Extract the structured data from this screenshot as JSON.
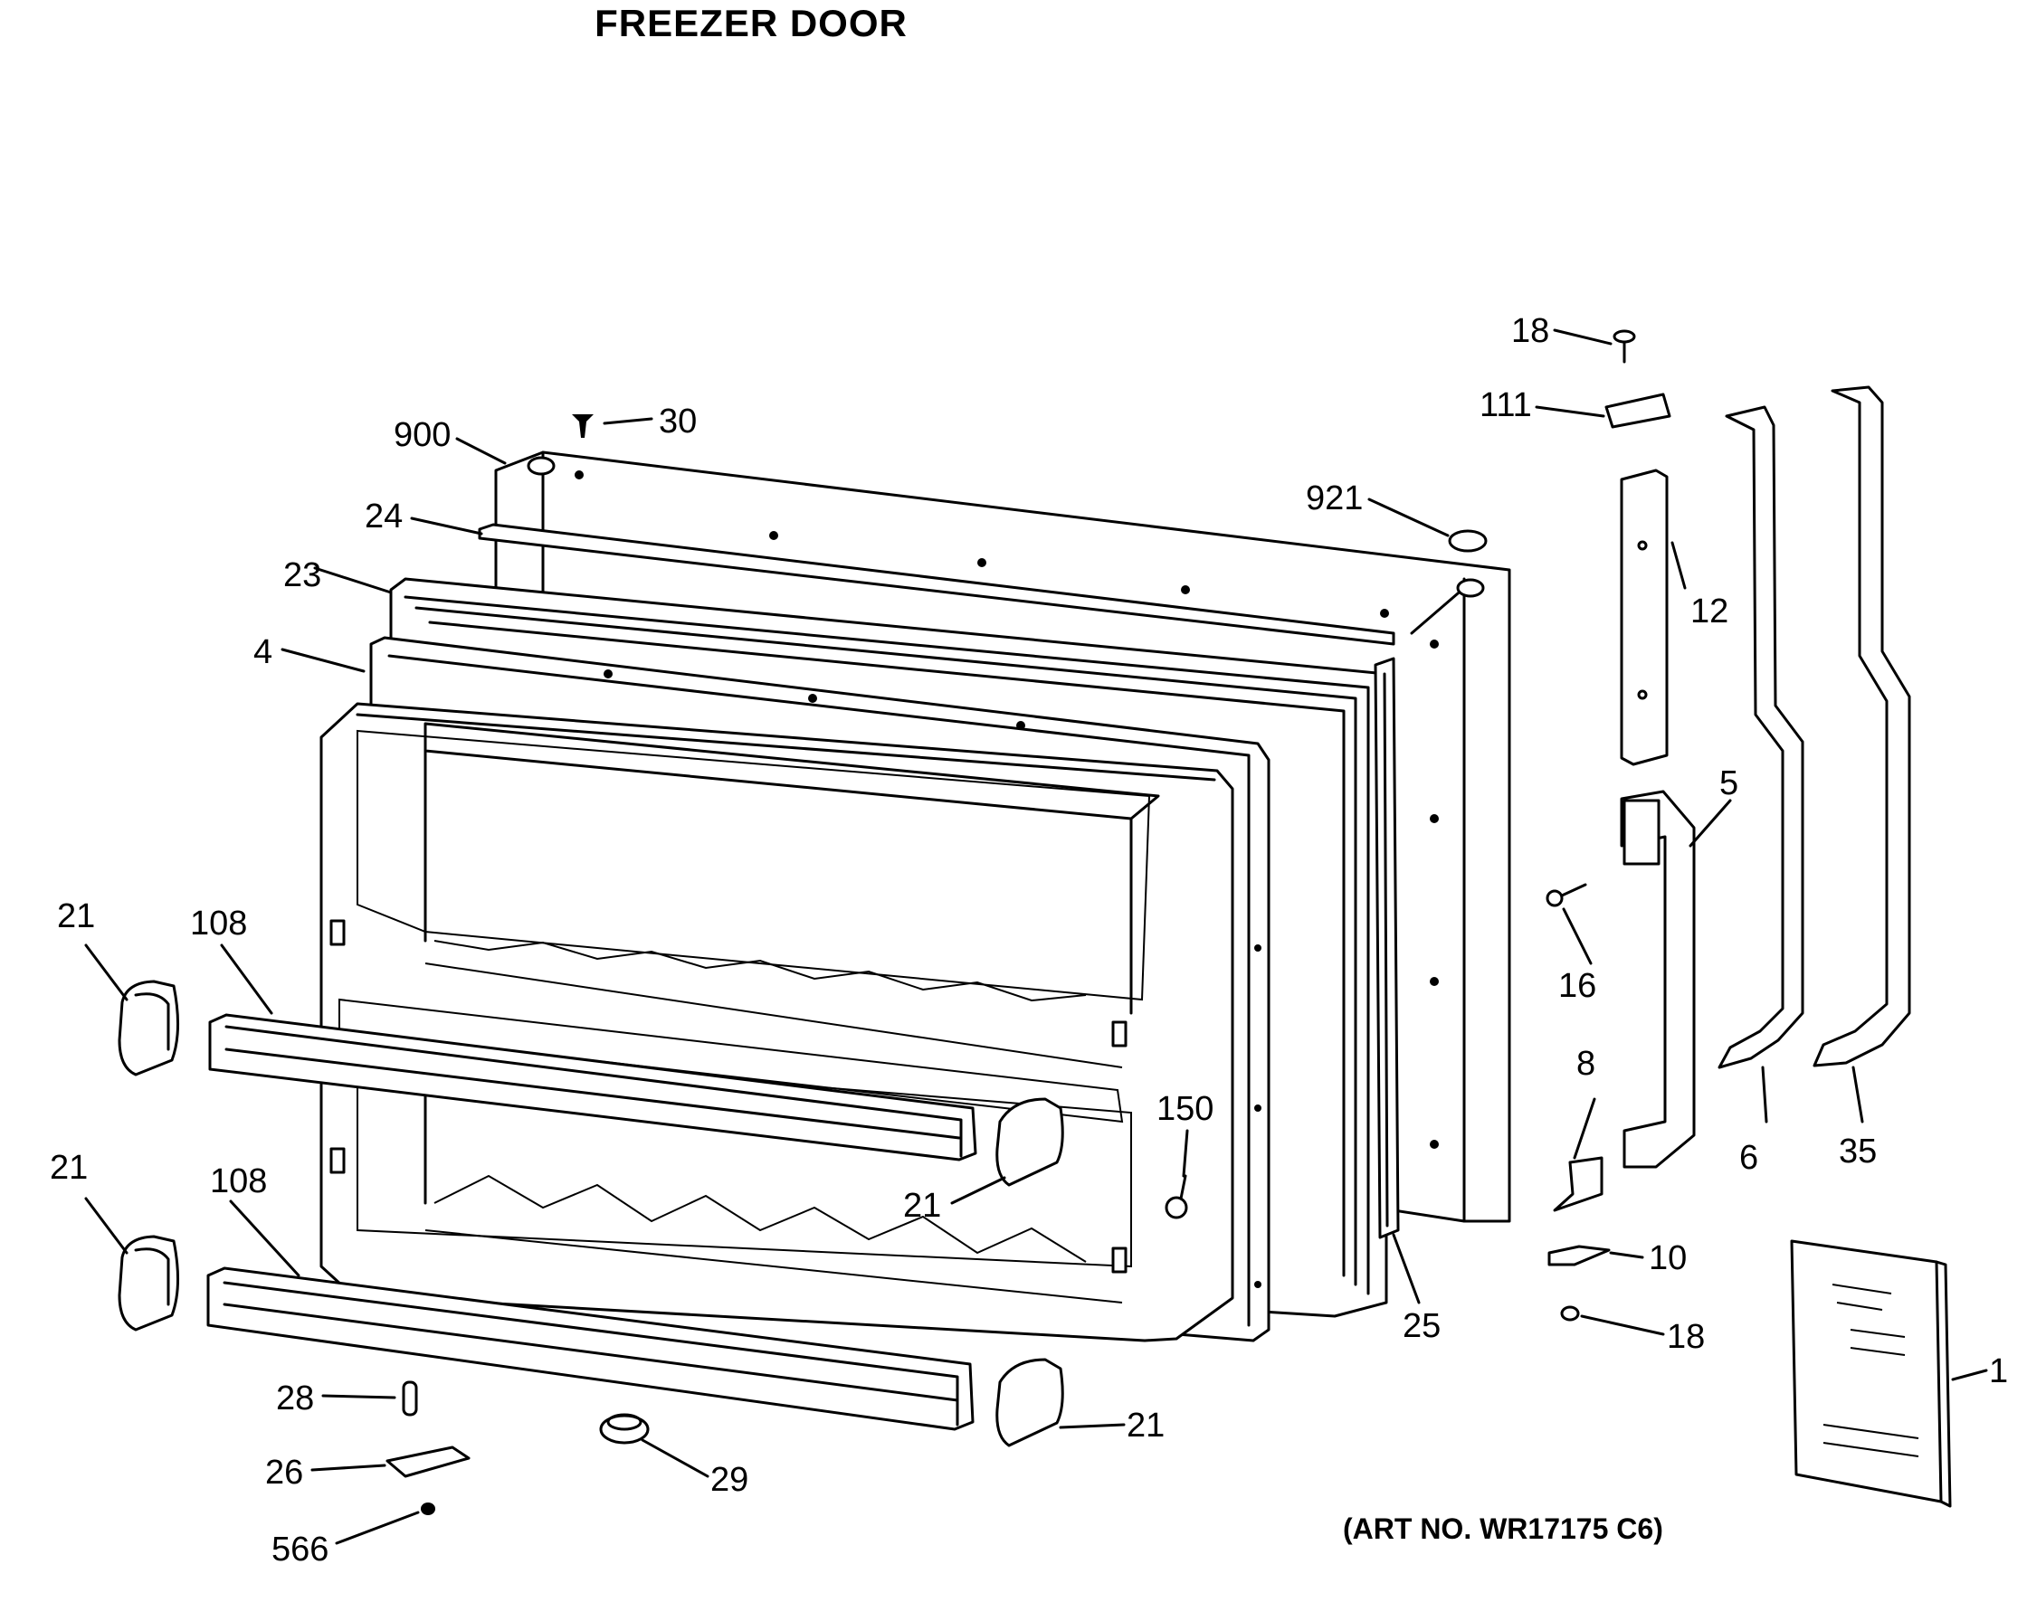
{
  "title": "FREEZER DOOR",
  "art_number": "(ART NO. WR17175 C6)",
  "callouts": {
    "c900": "900",
    "c30": "30",
    "c24": "24",
    "c23": "23",
    "c4": "4",
    "c921": "921",
    "c18a": "18",
    "c111": "111",
    "c12": "12",
    "c5": "5",
    "c16": "16",
    "c6": "6",
    "c35": "35",
    "c8": "8",
    "c10": "10",
    "c18b": "18",
    "c1": "1",
    "c21a": "21",
    "c108a": "108",
    "c21b": "21",
    "c108b": "108",
    "c150": "150",
    "c21c": "21",
    "c21d": "21",
    "c25": "25",
    "c28": "28",
    "c26": "26",
    "c29": "29",
    "c566": "566"
  }
}
